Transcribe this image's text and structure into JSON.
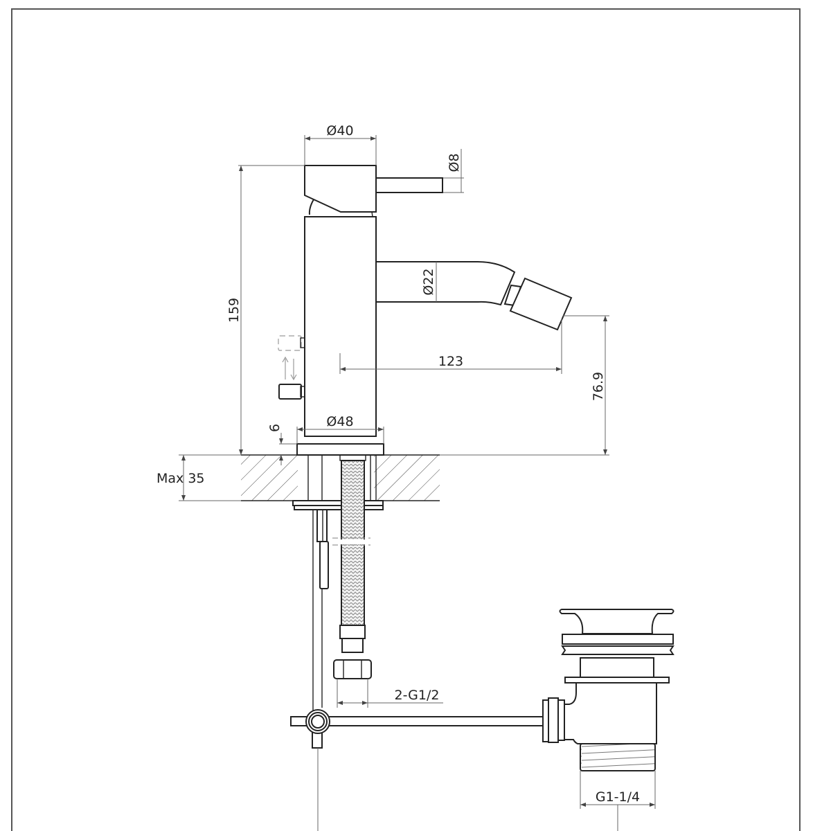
{
  "drawing": {
    "title": "Bidet mixer technical drawing",
    "dimensions": {
      "body_top_diameter": "Ø40",
      "lever_diameter": "Ø8",
      "spout_diameter": "Ø22",
      "total_height": "159",
      "spout_reach": "123",
      "spout_height": "76.9",
      "base_diameter": "Ø48",
      "base_thickness": "6",
      "max_deck_thickness": "Max 35",
      "inlet_thread": "2-G1/2",
      "waste_thread": "G1-1/4"
    },
    "components": [
      "lever-handle",
      "mixer-body",
      "swivel-spout",
      "aerator-head",
      "pop-up-control-knob",
      "base-flange",
      "countertop",
      "mounting-stud",
      "braided-flexible-hose",
      "hose-nut",
      "pop-up-linkage-rod",
      "pop-up-waste"
    ],
    "colors": {
      "line": "#222222",
      "dimension": "#666666",
      "frame": "#555555",
      "background": "#ffffff"
    }
  }
}
